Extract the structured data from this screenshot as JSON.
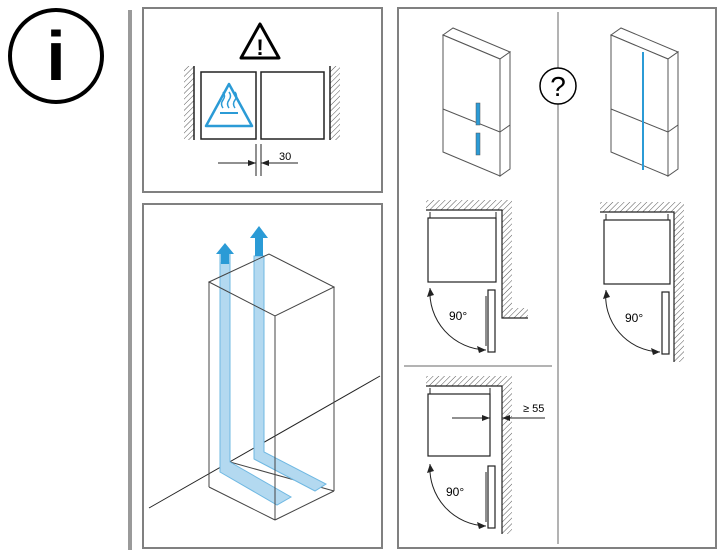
{
  "info_symbol": "i",
  "warning_symbol": "!",
  "question_symbol": "?",
  "dimensions": {
    "gap_side": "30",
    "door_angle_top": "90°",
    "door_angle_bottom": "90°",
    "door_angle_right": "90°",
    "clearance": "≥ 55"
  },
  "colors": {
    "line": "#222222",
    "panel_border": "#808080",
    "divider": "#9a9a9a",
    "accent_blue": "#2b9bd6",
    "airflow_fill": "#b3d9f0",
    "airflow_stroke": "#6fb8e2",
    "hatch": "#555555"
  },
  "icons": [
    "info-icon",
    "warning-triangle-icon",
    "hot-surface-icon",
    "question-mark-icon",
    "airflow-arrow-icon"
  ]
}
